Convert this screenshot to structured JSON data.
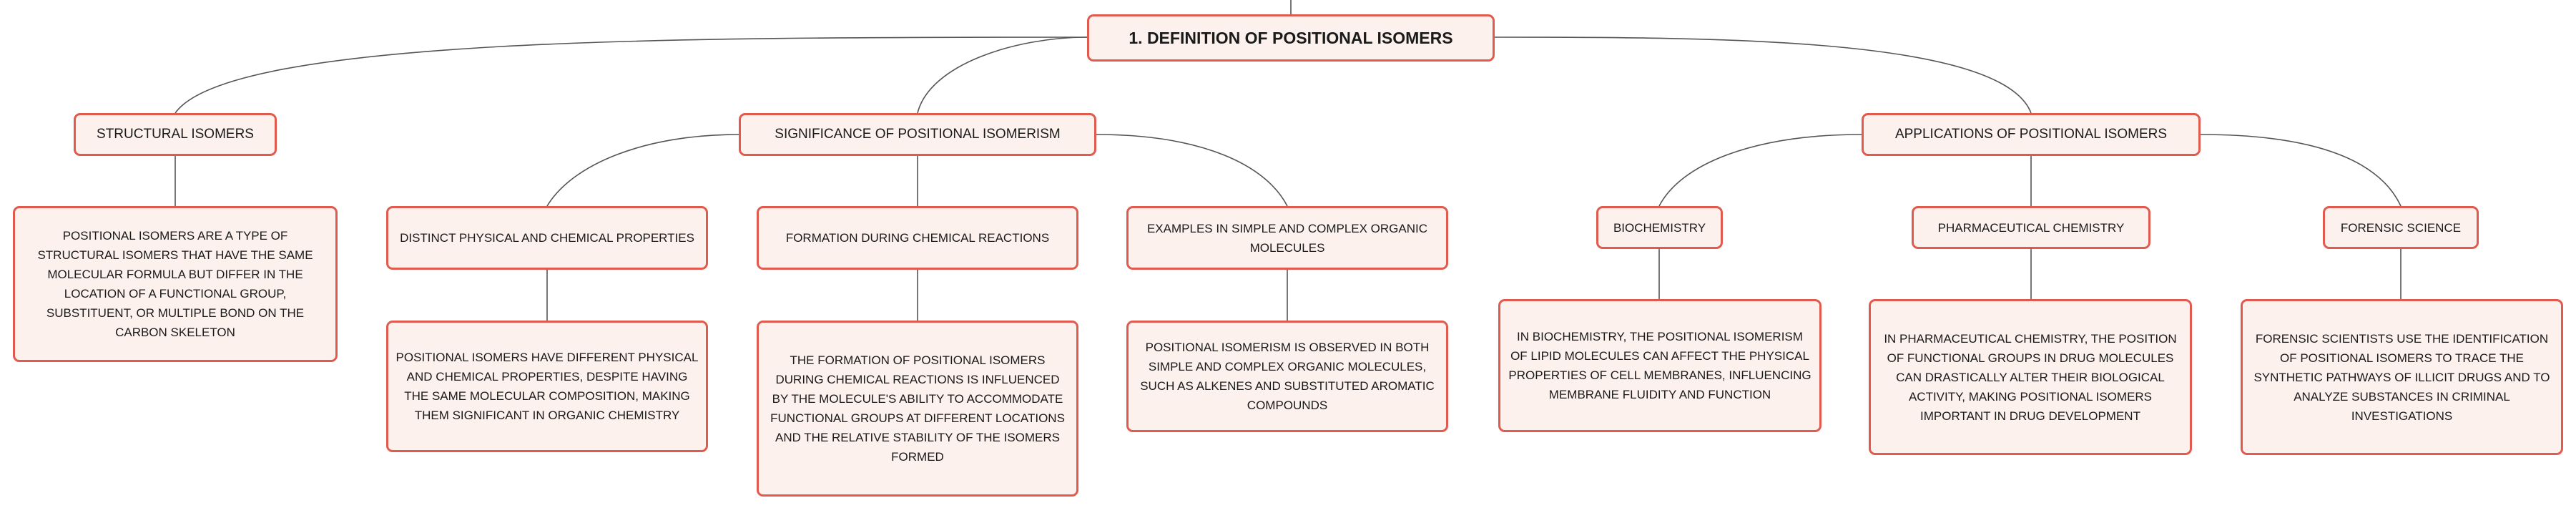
{
  "colors": {
    "border": "#e05a4e",
    "fill": "#fdf1ee",
    "line": "#555555"
  },
  "root": {
    "label": "1. DEFINITION OF POSITIONAL ISOMERS"
  },
  "branches": {
    "structural": {
      "label": "STRUCTURAL ISOMERS",
      "detail": "POSITIONAL ISOMERS ARE A TYPE OF STRUCTURAL ISOMERS THAT HAVE THE SAME MOLECULAR FORMULA BUT DIFFER IN THE LOCATION OF A FUNCTIONAL GROUP, SUBSTITUENT, OR MULTIPLE BOND ON THE CARBON SKELETON"
    },
    "significance": {
      "label": "SIGNIFICANCE OF POSITIONAL ISOMERISM",
      "topics": [
        {
          "label": "DISTINCT PHYSICAL AND CHEMICAL PROPERTIES",
          "detail": "POSITIONAL ISOMERS HAVE DIFFERENT PHYSICAL AND CHEMICAL PROPERTIES, DESPITE HAVING THE SAME MOLECULAR COMPOSITION, MAKING THEM SIGNIFICANT IN ORGANIC CHEMISTRY"
        },
        {
          "label": "FORMATION DURING CHEMICAL REACTIONS",
          "detail": "THE FORMATION OF POSITIONAL ISOMERS DURING CHEMICAL REACTIONS IS INFLUENCED BY THE MOLECULE'S ABILITY TO ACCOMMODATE FUNCTIONAL GROUPS AT DIFFERENT LOCATIONS AND THE RELATIVE STABILITY OF THE ISOMERS FORMED"
        },
        {
          "label": "EXAMPLES IN SIMPLE AND COMPLEX ORGANIC MOLECULES",
          "detail": "POSITIONAL ISOMERISM IS OBSERVED IN BOTH SIMPLE AND COMPLEX ORGANIC MOLECULES, SUCH AS ALKENES AND SUBSTITUTED AROMATIC COMPOUNDS"
        }
      ]
    },
    "applications": {
      "label": "APPLICATIONS OF POSITIONAL ISOMERS",
      "topics": [
        {
          "label": "BIOCHEMISTRY",
          "detail": "IN BIOCHEMISTRY, THE POSITIONAL ISOMERISM OF LIPID MOLECULES CAN AFFECT THE PHYSICAL PROPERTIES OF CELL MEMBRANES, INFLUENCING MEMBRANE FLUIDITY AND FUNCTION"
        },
        {
          "label": "PHARMACEUTICAL CHEMISTRY",
          "detail": "IN PHARMACEUTICAL CHEMISTRY, THE POSITION OF FUNCTIONAL GROUPS IN DRUG MOLECULES CAN DRASTICALLY ALTER THEIR BIOLOGICAL ACTIVITY, MAKING POSITIONAL ISOMERS IMPORTANT IN DRUG DEVELOPMENT"
        },
        {
          "label": "FORENSIC SCIENCE",
          "detail": "FORENSIC SCIENTISTS USE THE IDENTIFICATION OF POSITIONAL ISOMERS TO TRACE THE SYNTHETIC PATHWAYS OF ILLICIT DRUGS AND TO ANALYZE SUBSTANCES IN CRIMINAL INVESTIGATIONS"
        }
      ]
    }
  }
}
